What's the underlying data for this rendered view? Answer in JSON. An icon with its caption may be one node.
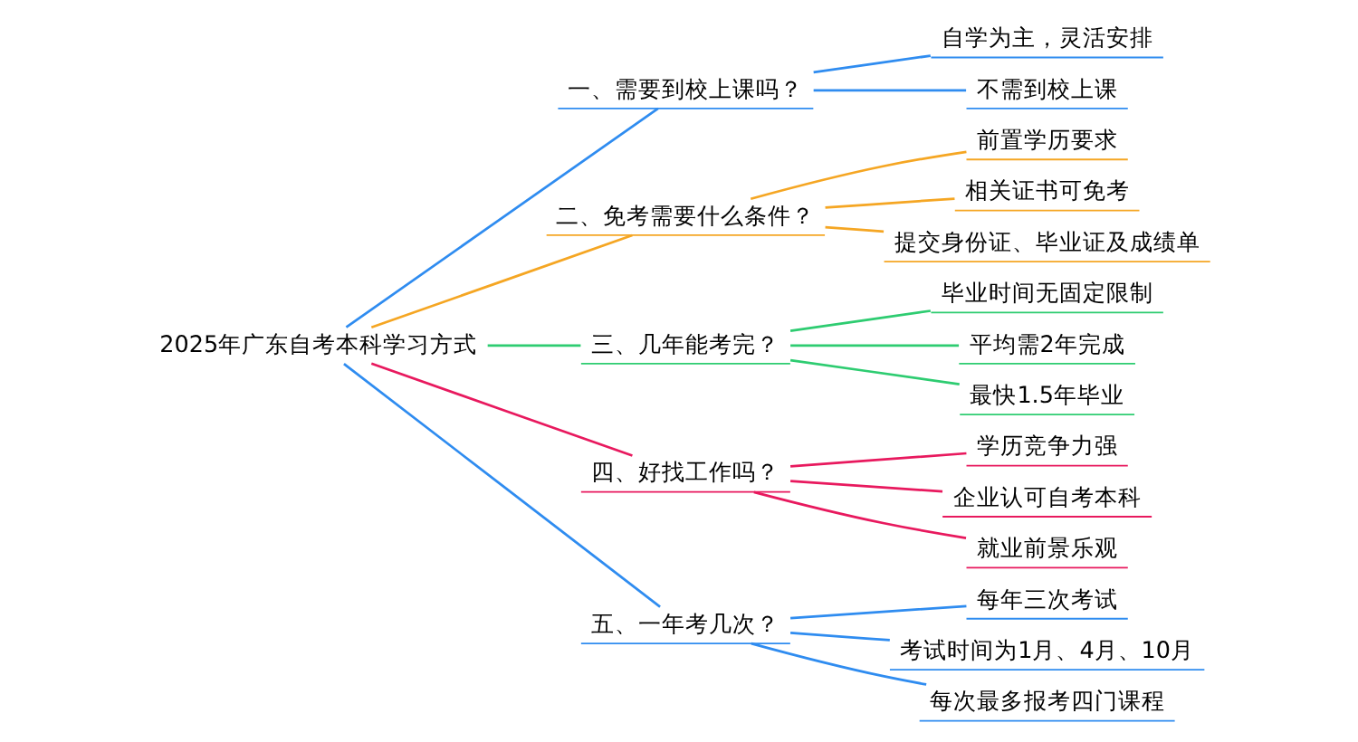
{
  "diagram": {
    "nodes": [
      {
        "text": [
          "2025年广东自考本科学习方式"
        ]
      },
      {
        "text": [
          "一、需要到校上课吗？"
        ]
      },
      {
        "text": [
          "自学为主，灵活安排"
        ]
      },
      {
        "text": [
          "不需到校上课"
        ]
      },
      {
        "text": [
          "二、免考需要什么条件？"
        ]
      },
      {
        "text": [
          "前置学历要求"
        ]
      },
      {
        "text": [
          "相关证书可免考"
        ]
      },
      {
        "text": [
          "提交身份证、毕业证及成绩单"
        ]
      },
      {
        "text": [
          "三、几年能考完？"
        ]
      },
      {
        "text": [
          "毕业时间无固定限制"
        ]
      },
      {
        "text": [
          "平均需2年完成"
        ]
      },
      {
        "text": [
          "最快1.5年毕业"
        ]
      },
      {
        "text": [
          "四、好找工作吗？"
        ]
      },
      {
        "text": [
          "学历竞争力强"
        ]
      },
      {
        "text": [
          "企业认可自考本科"
        ]
      },
      {
        "text": [
          "就业前景乐观"
        ]
      },
      {
        "text": [
          "五、一年考几次？"
        ]
      },
      {
        "text": [
          "每年三次考试"
        ]
      },
      {
        "text": [
          "考试时间为1月、4月、10月"
        ]
      },
      {
        "text": [
          "每次最多报考四门课程"
        ]
      }
    ],
    "edges": [
      {
        "from": 0,
        "to": 1,
        "arrow": "none",
        "color": "#2f8cf0"
      },
      {
        "from": 1,
        "to": 2,
        "arrow": "none",
        "color": "#2f8cf0"
      },
      {
        "from": 1,
        "to": 3,
        "arrow": "none",
        "color": "#2f8cf0"
      },
      {
        "from": 0,
        "to": 4,
        "arrow": "none",
        "color": "#f5a623"
      },
      {
        "from": 4,
        "to": 5,
        "arrow": "none",
        "color": "#f5a623"
      },
      {
        "from": 4,
        "to": 6,
        "arrow": "none",
        "color": "#f5a623"
      },
      {
        "from": 4,
        "to": 7,
        "arrow": "none",
        "color": "#f5a623"
      },
      {
        "from": 0,
        "to": 8,
        "arrow": "none",
        "color": "#2ecc71"
      },
      {
        "from": 8,
        "to": 9,
        "arrow": "none",
        "color": "#2ecc71"
      },
      {
        "from": 8,
        "to": 10,
        "arrow": "none",
        "color": "#2ecc71"
      },
      {
        "from": 8,
        "to": 11,
        "arrow": "none",
        "color": "#2ecc71"
      },
      {
        "from": 0,
        "to": 12,
        "arrow": "none",
        "color": "#e8195e"
      },
      {
        "from": 12,
        "to": 13,
        "arrow": "none",
        "color": "#e8195e"
      },
      {
        "from": 12,
        "to": 14,
        "arrow": "none",
        "color": "#e8195e"
      },
      {
        "from": 12,
        "to": 15,
        "arrow": "none",
        "color": "#e8195e"
      },
      {
        "from": 0,
        "to": 16,
        "arrow": "none",
        "color": "#2f8cf0"
      },
      {
        "from": 16,
        "to": 17,
        "arrow": "none",
        "color": "#2f8cf0"
      },
      {
        "from": 16,
        "to": 18,
        "arrow": "none",
        "color": "#2f8cf0"
      },
      {
        "from": 16,
        "to": 19,
        "arrow": "none",
        "color": "#2f8cf0"
      }
    ]
  }
}
